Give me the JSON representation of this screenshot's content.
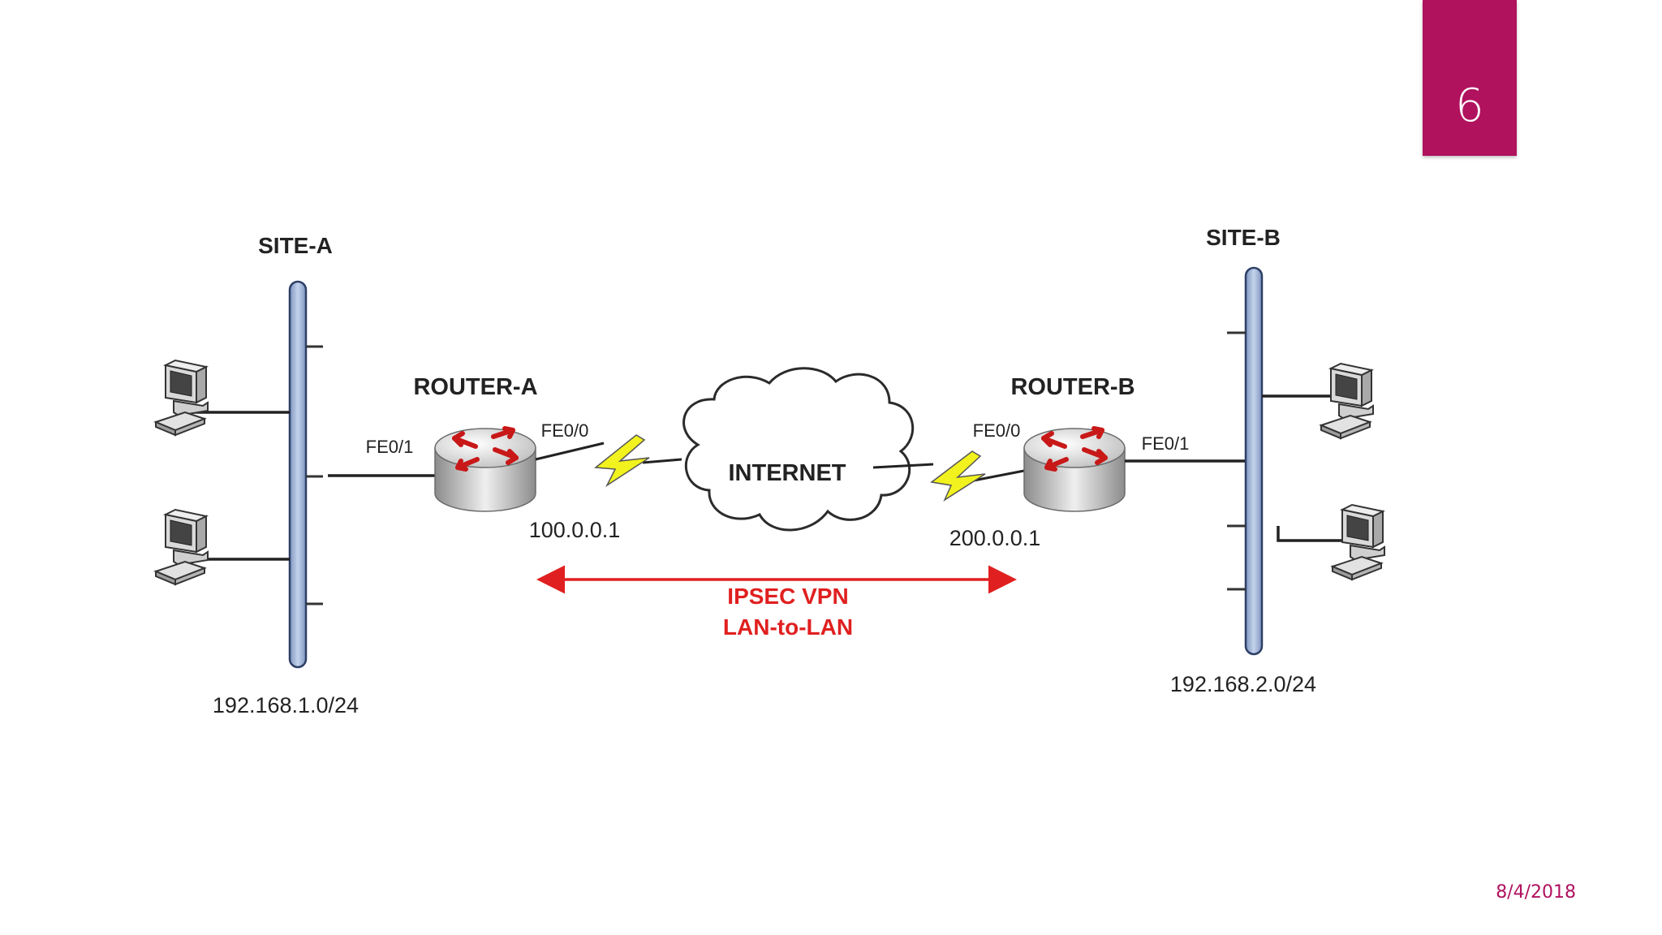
{
  "slide": {
    "number": "6",
    "date": "8/4/2018"
  },
  "colors": {
    "accent": "#b0125e",
    "vpn": "#e02020",
    "bus": "#9fb4d6",
    "bolt": "#f2f21e"
  },
  "site_a": {
    "title": "SITE-A",
    "subnet": "192.168.1.0/24"
  },
  "site_b": {
    "title": "SITE-B",
    "subnet": "192.168.2.0/24"
  },
  "router_a": {
    "name": "ROUTER-A",
    "lan_port": "FE0/1",
    "wan_port": "FE0/0",
    "wan_ip": "100.0.0.1"
  },
  "router_b": {
    "name": "ROUTER-B",
    "lan_port": "FE0/1",
    "wan_port": "FE0/0",
    "wan_ip": "200.0.0.1"
  },
  "internet": {
    "label": "INTERNET"
  },
  "vpn": {
    "line1": "IPSEC VPN",
    "line2": "LAN-to-LAN"
  }
}
